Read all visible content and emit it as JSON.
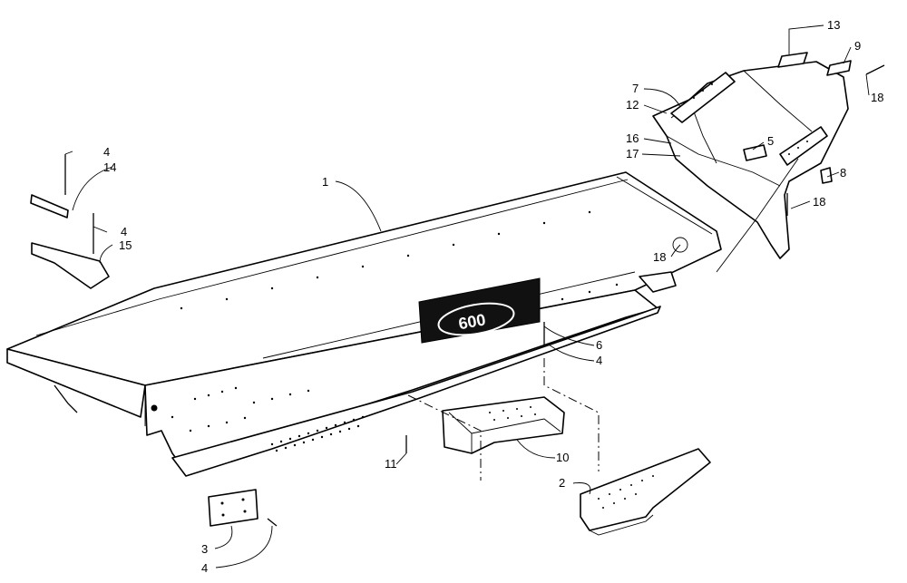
{
  "callouts": [
    {
      "id": "c1",
      "label": "1"
    },
    {
      "id": "c2",
      "label": "2"
    },
    {
      "id": "c3",
      "label": "3"
    },
    {
      "id": "c4a",
      "label": "4"
    },
    {
      "id": "c4b",
      "label": "4"
    },
    {
      "id": "c4c",
      "label": "4"
    },
    {
      "id": "c4d",
      "label": "4"
    },
    {
      "id": "c5",
      "label": "5"
    },
    {
      "id": "c6",
      "label": "6"
    },
    {
      "id": "c7",
      "label": "7"
    },
    {
      "id": "c8",
      "label": "8"
    },
    {
      "id": "c9",
      "label": "9"
    },
    {
      "id": "c10",
      "label": "10"
    },
    {
      "id": "c11",
      "label": "11"
    },
    {
      "id": "c12",
      "label": "12"
    },
    {
      "id": "c13",
      "label": "13"
    },
    {
      "id": "c14",
      "label": "14"
    },
    {
      "id": "c15",
      "label": "15"
    },
    {
      "id": "c16",
      "label": "16"
    },
    {
      "id": "c17",
      "label": "17"
    },
    {
      "id": "c18a",
      "label": "18"
    },
    {
      "id": "c18b",
      "label": "18"
    },
    {
      "id": "c18c",
      "label": "18"
    }
  ],
  "emblem": {
    "text": "600"
  }
}
